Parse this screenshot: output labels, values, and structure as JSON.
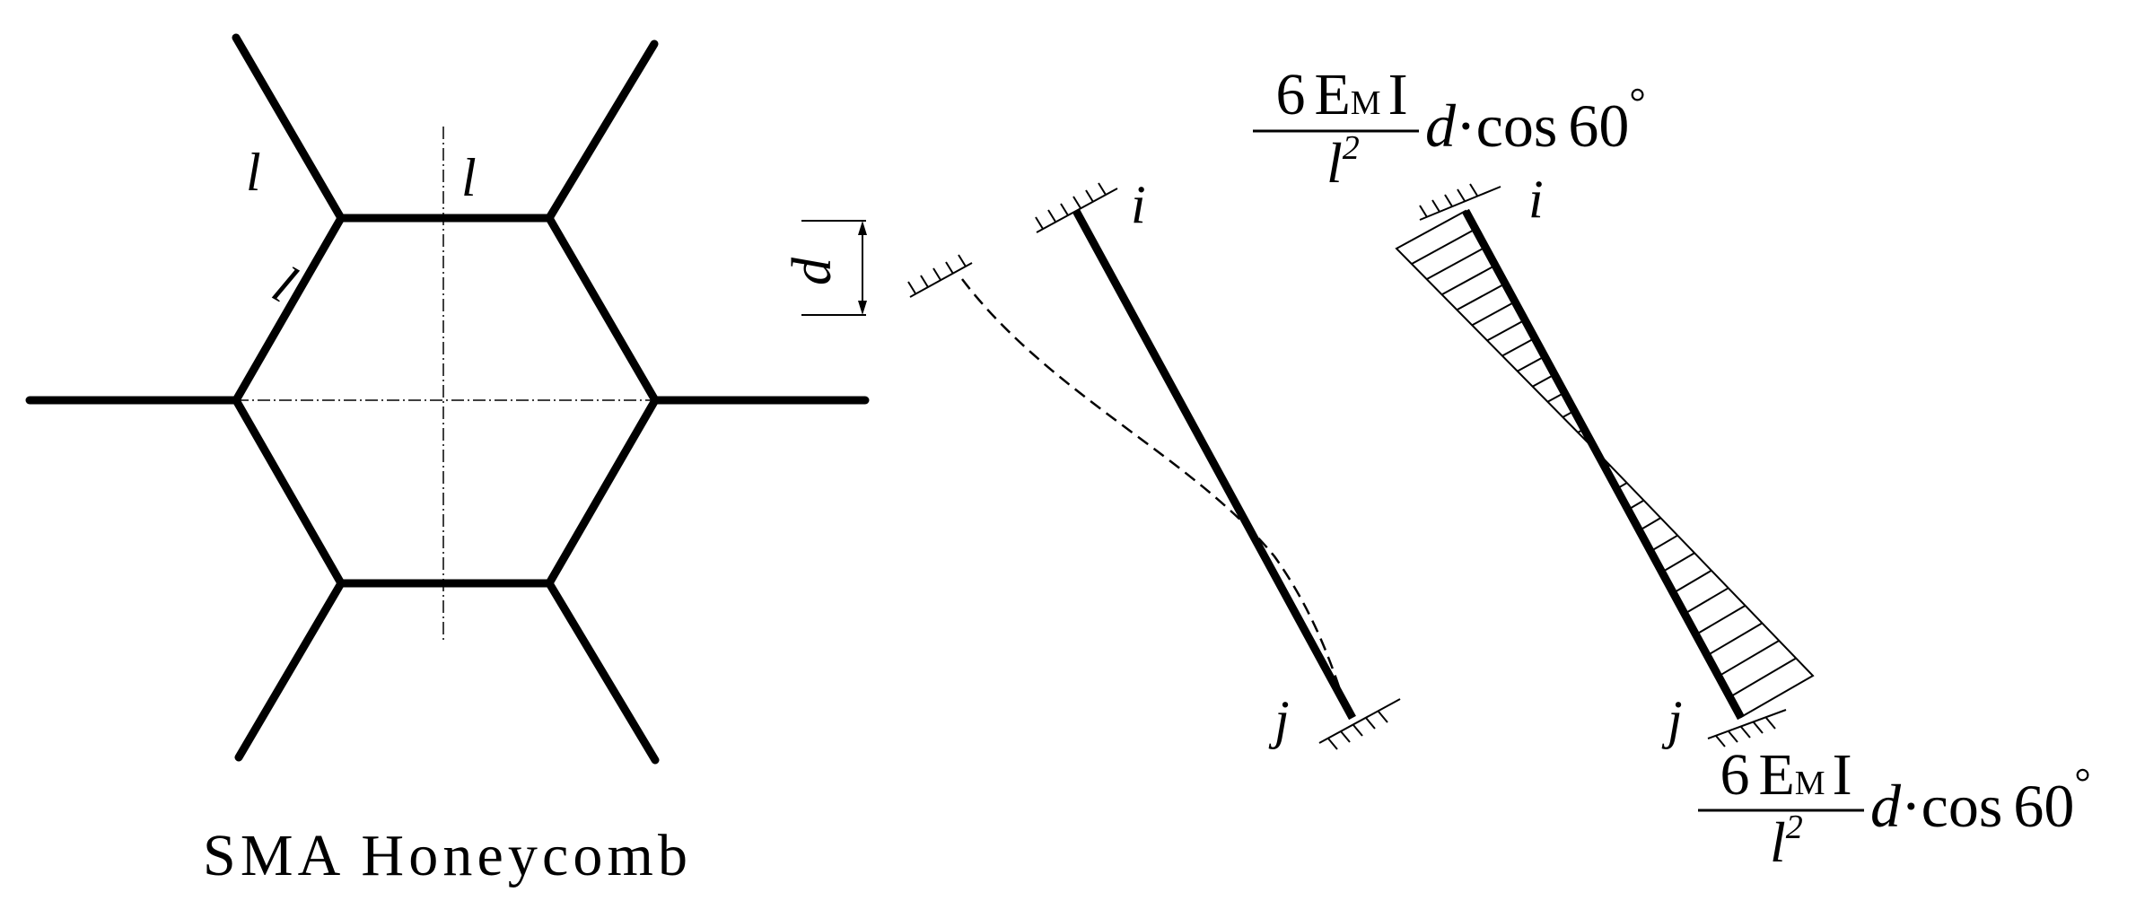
{
  "honeycomb": {
    "caption": "SMA Honeycomb",
    "length_labels": [
      "l",
      "l",
      "l"
    ]
  },
  "displacement": {
    "label": "d"
  },
  "deformed_beam": {
    "end_i": "i",
    "end_j": "j"
  },
  "moment_diagram": {
    "end_i": "i",
    "end_j": "j",
    "top_formula": {
      "numerator_coef": "6",
      "numerator_E": "E",
      "numerator_sub": "M",
      "numerator_I": "I",
      "denominator": "l",
      "denominator_exp": "2",
      "d": "d",
      "dot": "·",
      "cos": "cos",
      "angle": "60",
      "degree": "°"
    },
    "bottom_formula": {
      "numerator_coef": "6",
      "numerator_E": "E",
      "numerator_sub": "M",
      "numerator_I": "I",
      "denominator": "l",
      "denominator_exp": "2",
      "d": "d",
      "dot": "·",
      "cos": "cos",
      "angle": "60",
      "degree": "°"
    }
  }
}
